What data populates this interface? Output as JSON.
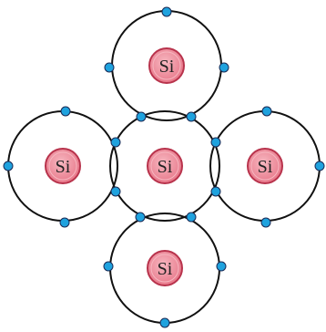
{
  "colors": {
    "shell": "#111111",
    "electron": "#1fa2de",
    "nucleus_fill": "#e8788a",
    "nucleus_stroke": "#b8334c",
    "nucleus_inner": "#f6b7c0"
  },
  "atoms": [
    {
      "id": "top",
      "label": "Si"
    },
    {
      "id": "left",
      "label": "Si"
    },
    {
      "id": "center",
      "label": "Si"
    },
    {
      "id": "right",
      "label": "Si"
    },
    {
      "id": "bottom",
      "label": "Si"
    }
  ]
}
